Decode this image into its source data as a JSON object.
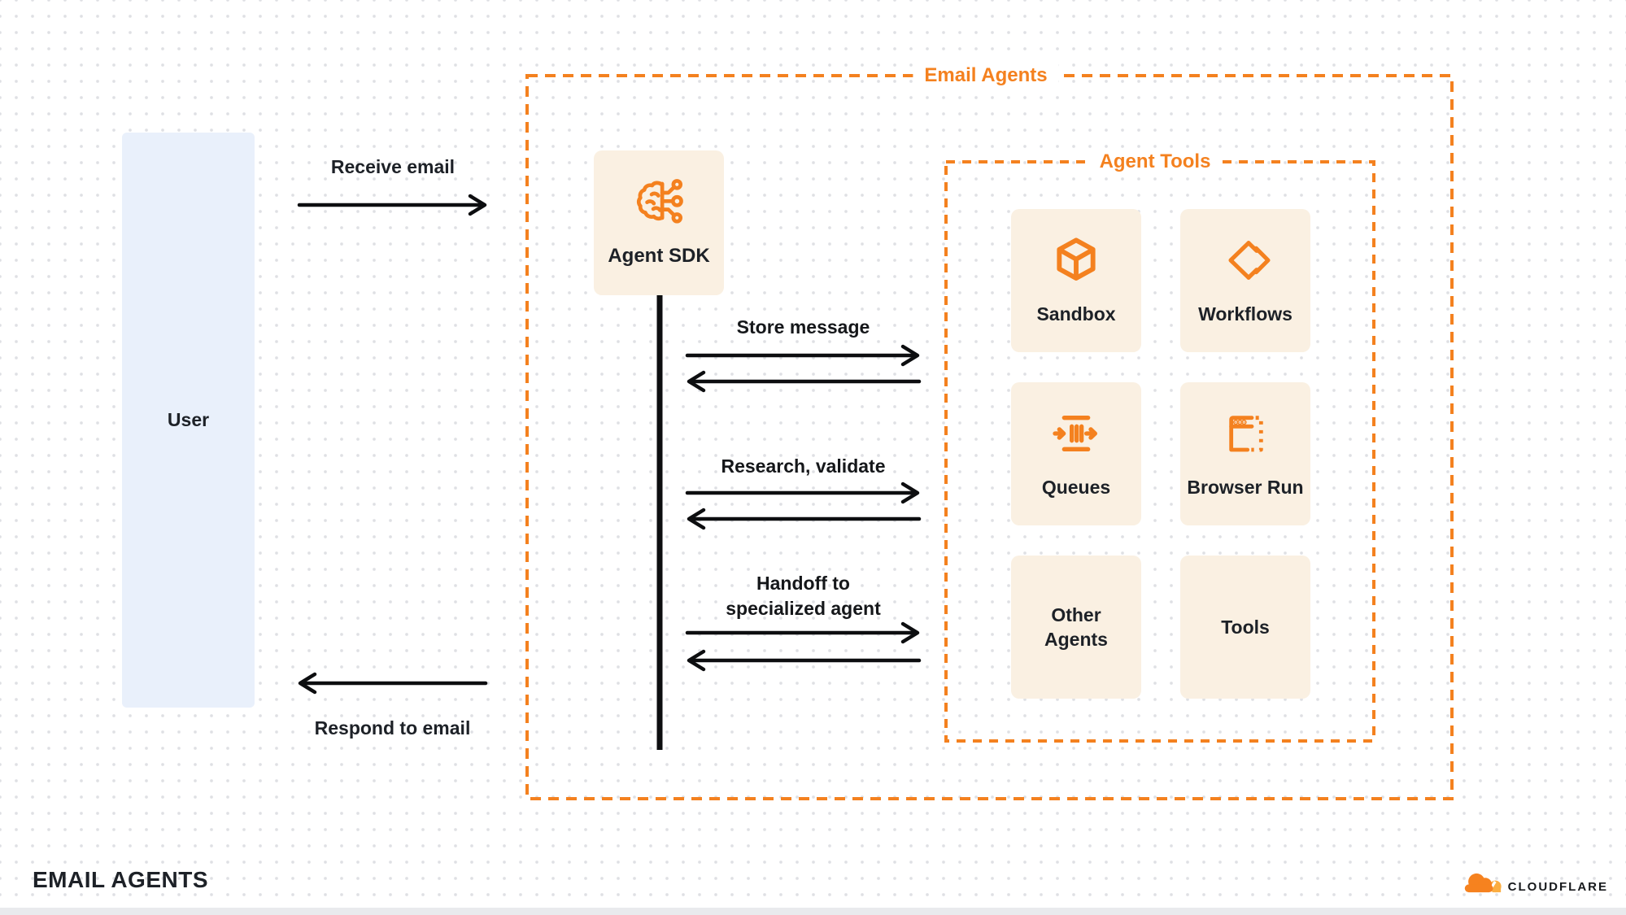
{
  "colors": {
    "accent_orange": "#f4811f",
    "brand_orange_light": "#fbad41",
    "card_cream": "#faf0e2",
    "card_blue": "#e9f0fb",
    "ink": "#1d2127",
    "dot_grid": "#dfe0e4"
  },
  "frames": {
    "outer_label": "Email Agents",
    "inner_label": "Agent Tools"
  },
  "actors": {
    "user": "User",
    "agent_sdk": "Agent SDK"
  },
  "flows": {
    "receive": "Receive email",
    "respond": "Respond to email"
  },
  "messages": [
    {
      "label": "Store message"
    },
    {
      "label": "Research, validate"
    },
    {
      "label": "Handoff to specialized agent"
    }
  ],
  "tools": [
    {
      "label": "Sandbox",
      "icon": "cube-icon"
    },
    {
      "label": "Workflows",
      "icon": "double-chevron-icon"
    },
    {
      "label": "Queues",
      "icon": "queue-flow-icon"
    },
    {
      "label": "Browser Run",
      "icon": "browser-window-icon"
    },
    {
      "label": "Other Agents",
      "icon": ""
    },
    {
      "label": "Tools",
      "icon": ""
    }
  ],
  "footer": {
    "title": "EMAIL AGENTS",
    "brand": "CLOUDFLARE"
  }
}
